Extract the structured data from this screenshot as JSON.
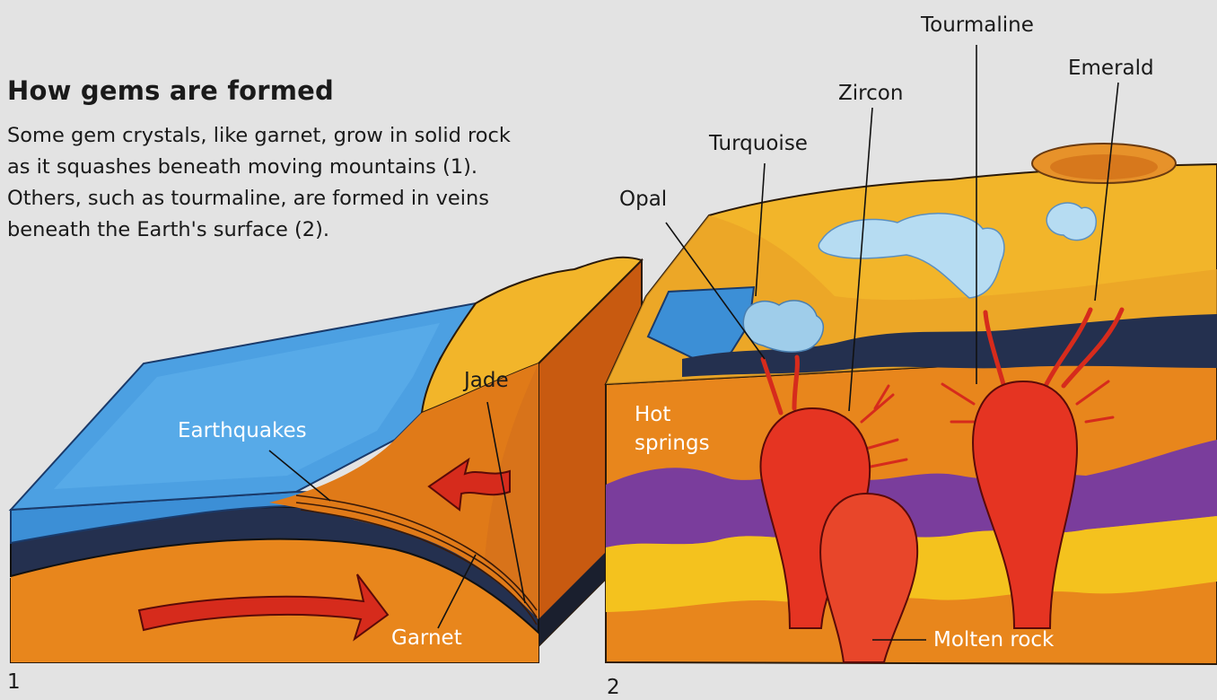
{
  "heading": {
    "title": "How gems are formed",
    "text": "Some gem crystals, like garnet, grow in solid rock as it squashes beneath moving mountains (1). Others, such as tourmaline, are formed in veins beneath the Earth's surface (2)."
  },
  "diagram1": {
    "number": "1",
    "labels": {
      "earthquakes": "Earthquakes",
      "jade": "Jade",
      "garnet": "Garnet"
    }
  },
  "diagram2": {
    "number": "2",
    "labels": {
      "tourmaline": "Tourmaline",
      "emerald": "Emerald",
      "zircon": "Zircon",
      "turquoise": "Turquoise",
      "opal": "Opal",
      "hot_springs_1": "Hot",
      "hot_springs_2": "springs",
      "molten_rock": "Molten rock"
    }
  },
  "colors": {
    "background": "#e3e3e3",
    "ocean": "#3c8fd6",
    "rock_orange": "#e8861c",
    "rock_yellow": "#f4c21e",
    "magma_red": "#e53422",
    "purple_layer": "#7a3d9c",
    "dark_layer": "#1f2f4c",
    "arrow_red": "#d62b1c"
  }
}
